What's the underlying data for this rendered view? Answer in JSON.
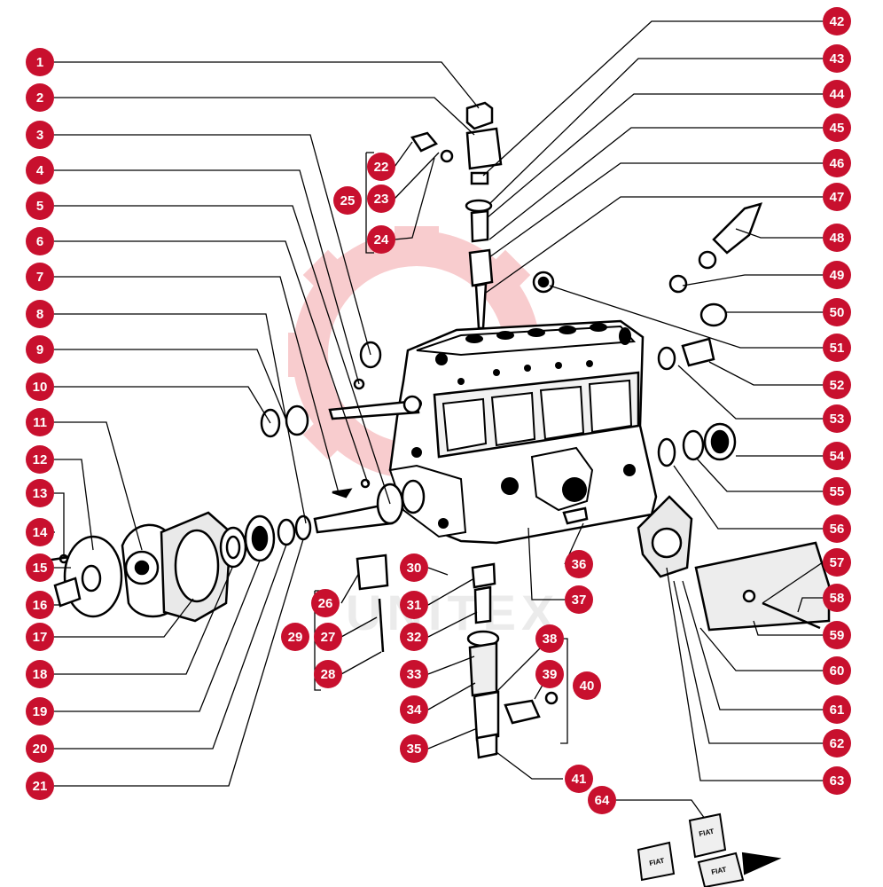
{
  "diagram": {
    "colors": {
      "badge": "#c8102e",
      "badge_text": "#ffffff",
      "line": "#000000",
      "watermark": "#e31b23"
    },
    "watermark_text": "UNITEX",
    "callout_numbers": [
      "1",
      "2",
      "3",
      "4",
      "5",
      "6",
      "7",
      "8",
      "9",
      "10",
      "11",
      "12",
      "13",
      "14",
      "15",
      "16",
      "17",
      "18",
      "19",
      "20",
      "21",
      "22",
      "23",
      "24",
      "25",
      "26",
      "27",
      "28",
      "29",
      "30",
      "31",
      "32",
      "33",
      "34",
      "35",
      "36",
      "37",
      "38",
      "39",
      "40",
      "41",
      "42",
      "43",
      "44",
      "45",
      "46",
      "47",
      "48",
      "49",
      "50",
      "51",
      "52",
      "53",
      "54",
      "55",
      "56",
      "57",
      "58",
      "59",
      "60",
      "61",
      "62",
      "63",
      "64"
    ],
    "box_labels": [
      "FIAT",
      "FIAT",
      "FIAT"
    ]
  }
}
